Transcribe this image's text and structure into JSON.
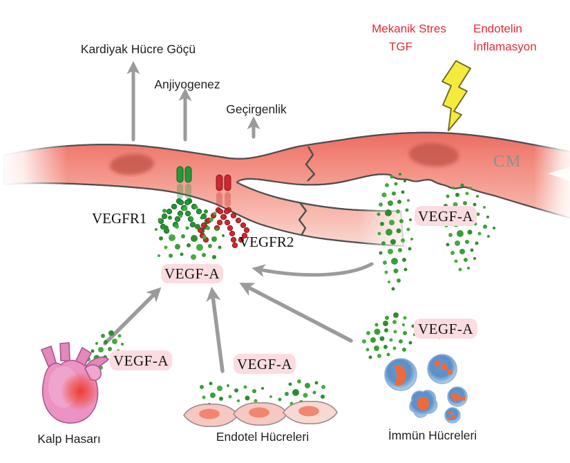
{
  "diagram": {
    "outcomes": [
      {
        "label": "Kardiyak Hücre Göçü"
      },
      {
        "label": "Anjiyogenez"
      },
      {
        "label": "Geçirgenlik"
      }
    ],
    "stimuli": {
      "mechanical": {
        "line1": "Mekanik Stres",
        "line2": "TGF"
      },
      "endothelin": {
        "line1": "Endotelin",
        "line2": "İnflamasyon"
      }
    },
    "receptors": {
      "r1": "VEGFR1",
      "r2": "VEGFR2"
    },
    "cardiomyocyte_label": "CM",
    "ligand_label": "VEGF-A",
    "sources": {
      "heart": {
        "label": "Kalp Hasarı"
      },
      "endothelial": {
        "label": "Endotel Hücreleri"
      },
      "immune": {
        "label": "İmmün Hücreleri"
      }
    },
    "colors": {
      "stimulus_text": "#e22b35",
      "label_text": "#1f1f1f",
      "vegf_green": "#3a9e37",
      "vegf_green_dark": "#2f8c2e",
      "vegf_green_light": "#47ab41",
      "receptor_green": "#27953a",
      "receptor_green_edge": "#0e6420",
      "receptor_red": "#c9292f",
      "receptor_red_edge": "#8e1418",
      "fiber_red": "#ee7065",
      "pill_pink": "#fbdce1",
      "arrow_gray": "#9b9b9b",
      "lightning_yellow": "#f4eb3d",
      "heart_pink": "#ec93c4",
      "immune_blue": "#5b8fca",
      "cm_text": "#8f8f8f"
    }
  }
}
